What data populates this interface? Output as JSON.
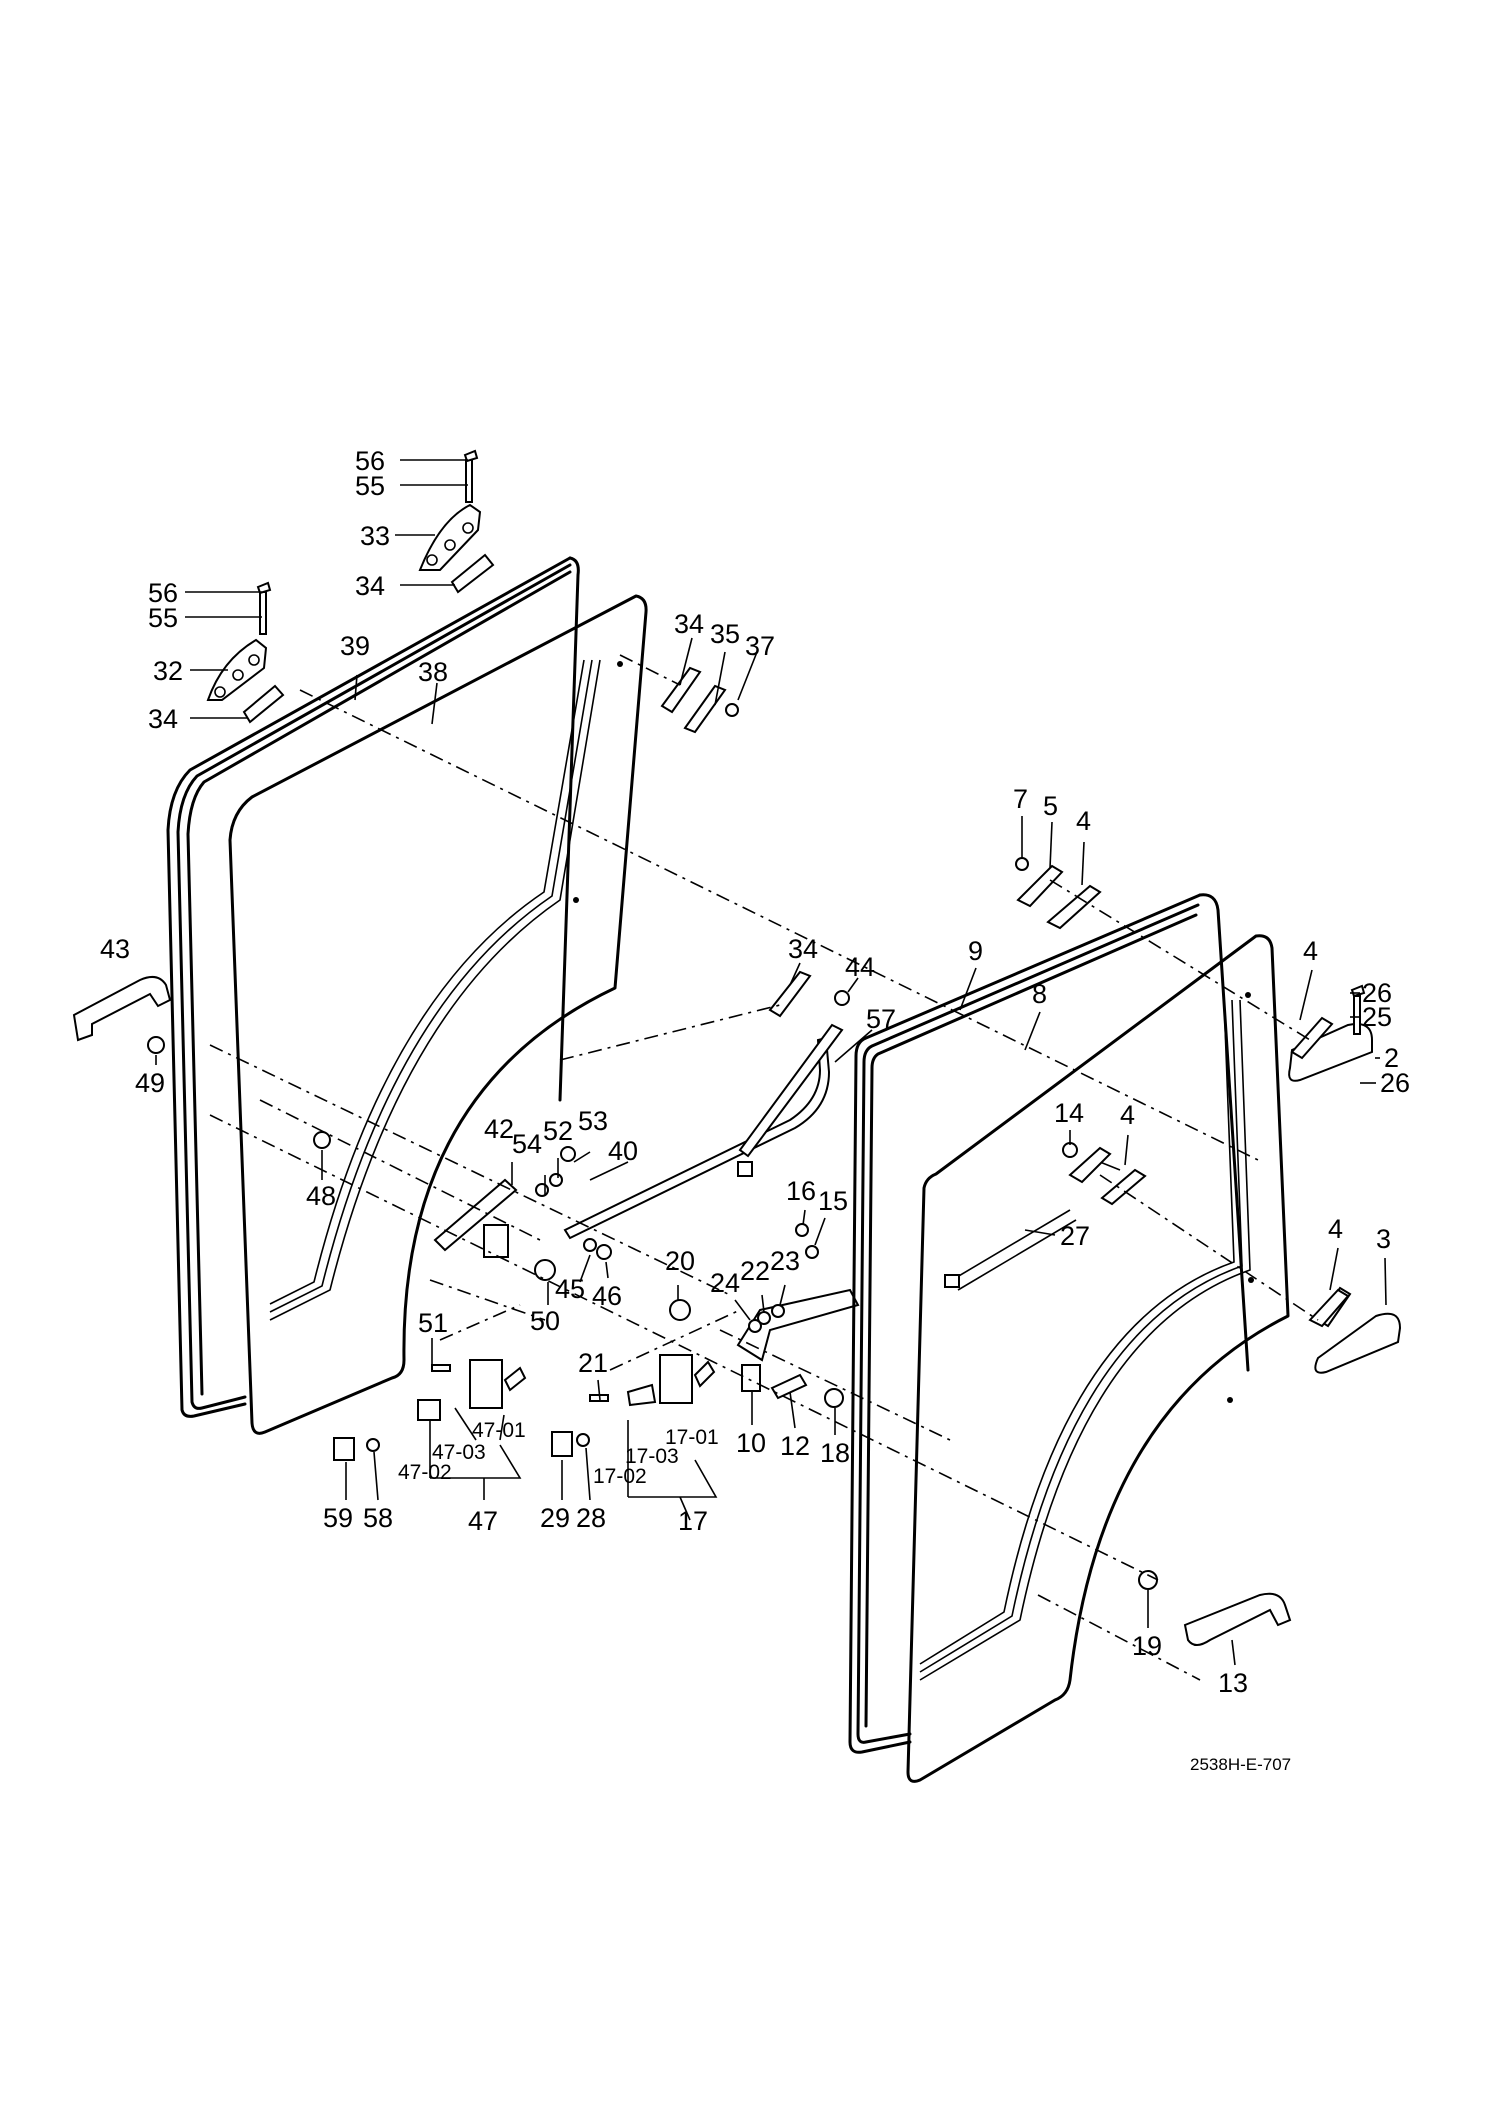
{
  "figure_code": "2538H-E-707",
  "labels": [
    {
      "id": "56a",
      "text": "56"
    },
    {
      "id": "55a",
      "text": "55"
    },
    {
      "id": "33",
      "text": "33"
    },
    {
      "id": "34a",
      "text": "34"
    },
    {
      "id": "56b",
      "text": "56"
    },
    {
      "id": "55b",
      "text": "55"
    },
    {
      "id": "32",
      "text": "32"
    },
    {
      "id": "34b",
      "text": "34"
    },
    {
      "id": "39",
      "text": "39"
    },
    {
      "id": "38",
      "text": "38"
    },
    {
      "id": "34c",
      "text": "34"
    },
    {
      "id": "35",
      "text": "35"
    },
    {
      "id": "37",
      "text": "37"
    },
    {
      "id": "43",
      "text": "43"
    },
    {
      "id": "49",
      "text": "49"
    },
    {
      "id": "48",
      "text": "48"
    },
    {
      "id": "42",
      "text": "42"
    },
    {
      "id": "54",
      "text": "54"
    },
    {
      "id": "52",
      "text": "52"
    },
    {
      "id": "53",
      "text": "53"
    },
    {
      "id": "40",
      "text": "40"
    },
    {
      "id": "45",
      "text": "45"
    },
    {
      "id": "46",
      "text": "46"
    },
    {
      "id": "50",
      "text": "50"
    },
    {
      "id": "34d",
      "text": "34"
    },
    {
      "id": "44",
      "text": "44"
    },
    {
      "id": "57",
      "text": "57"
    },
    {
      "id": "51",
      "text": "51"
    },
    {
      "id": "47-01",
      "text": "47-01"
    },
    {
      "id": "47-03",
      "text": "47-03"
    },
    {
      "id": "47-02",
      "text": "47-02"
    },
    {
      "id": "59",
      "text": "59"
    },
    {
      "id": "58",
      "text": "58"
    },
    {
      "id": "47",
      "text": "47"
    },
    {
      "id": "21",
      "text": "21"
    },
    {
      "id": "17-01",
      "text": "17-01"
    },
    {
      "id": "17-03",
      "text": "17-03"
    },
    {
      "id": "17-02",
      "text": "17-02"
    },
    {
      "id": "29",
      "text": "29"
    },
    {
      "id": "28",
      "text": "28"
    },
    {
      "id": "17",
      "text": "17"
    },
    {
      "id": "20",
      "text": "20"
    },
    {
      "id": "24",
      "text": "24"
    },
    {
      "id": "22",
      "text": "22"
    },
    {
      "id": "23",
      "text": "23"
    },
    {
      "id": "16",
      "text": "16"
    },
    {
      "id": "15",
      "text": "15"
    },
    {
      "id": "10",
      "text": "10"
    },
    {
      "id": "12",
      "text": "12"
    },
    {
      "id": "18",
      "text": "18"
    },
    {
      "id": "7",
      "text": "7"
    },
    {
      "id": "5",
      "text": "5"
    },
    {
      "id": "4a",
      "text": "4"
    },
    {
      "id": "9",
      "text": "9"
    },
    {
      "id": "8",
      "text": "8"
    },
    {
      "id": "4b",
      "text": "4"
    },
    {
      "id": "26a",
      "text": "26"
    },
    {
      "id": "25",
      "text": "25"
    },
    {
      "id": "2",
      "text": "2"
    },
    {
      "id": "26b",
      "text": "26"
    },
    {
      "id": "14",
      "text": "14"
    },
    {
      "id": "4c",
      "text": "4"
    },
    {
      "id": "27",
      "text": "27"
    },
    {
      "id": "4d",
      "text": "4"
    },
    {
      "id": "3",
      "text": "3"
    },
    {
      "id": "19",
      "text": "19"
    },
    {
      "id": "13",
      "text": "13"
    }
  ]
}
